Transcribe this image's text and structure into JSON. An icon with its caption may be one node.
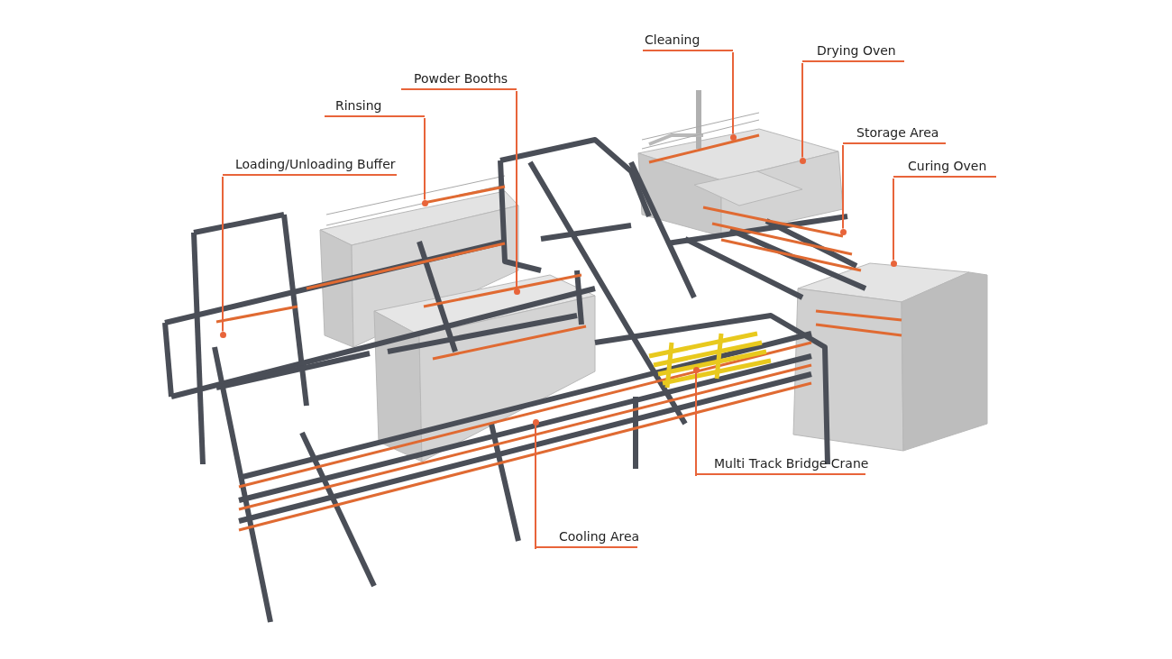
{
  "diagram": {
    "nodes": [
      {
        "text": [
          "Cleaning"
        ]
      },
      {
        "text": [
          "Drying Oven"
        ]
      },
      {
        "text": [
          "Powder Booths"
        ]
      },
      {
        "text": [
          "Rinsing"
        ]
      },
      {
        "text": [
          "Storage Area"
        ]
      },
      {
        "text": [
          "Loading/Unloading Buffer"
        ]
      },
      {
        "text": [
          "Curing Oven"
        ]
      },
      {
        "text": [
          "Multi Track Bridge Crane"
        ]
      },
      {
        "text": [
          "Cooling Area"
        ]
      },
      {
        "text": [],
        "shape": "circle"
      },
      {
        "text": [],
        "shape": "circle"
      },
      {
        "text": [],
        "shape": "circle"
      },
      {
        "text": [],
        "shape": "circle"
      },
      {
        "text": [],
        "shape": "circle"
      },
      {
        "text": [],
        "shape": "circle"
      },
      {
        "text": [],
        "shape": "circle"
      },
      {
        "text": [],
        "shape": "circle"
      },
      {
        "text": [],
        "shape": "circle"
      }
    ],
    "edges": [
      {
        "from": 0,
        "to": 9,
        "arrow": "none"
      },
      {
        "from": 1,
        "to": 10,
        "arrow": "none"
      },
      {
        "from": 2,
        "to": 11,
        "arrow": "none"
      },
      {
        "from": 3,
        "to": 12,
        "arrow": "none"
      },
      {
        "from": 4,
        "to": 13,
        "arrow": "none"
      },
      {
        "from": 5,
        "to": 14,
        "arrow": "none"
      },
      {
        "from": 6,
        "to": 15,
        "arrow": "none"
      },
      {
        "from": 7,
        "to": 16,
        "arrow": "none"
      },
      {
        "from": 8,
        "to": 17,
        "arrow": "none"
      }
    ]
  }
}
